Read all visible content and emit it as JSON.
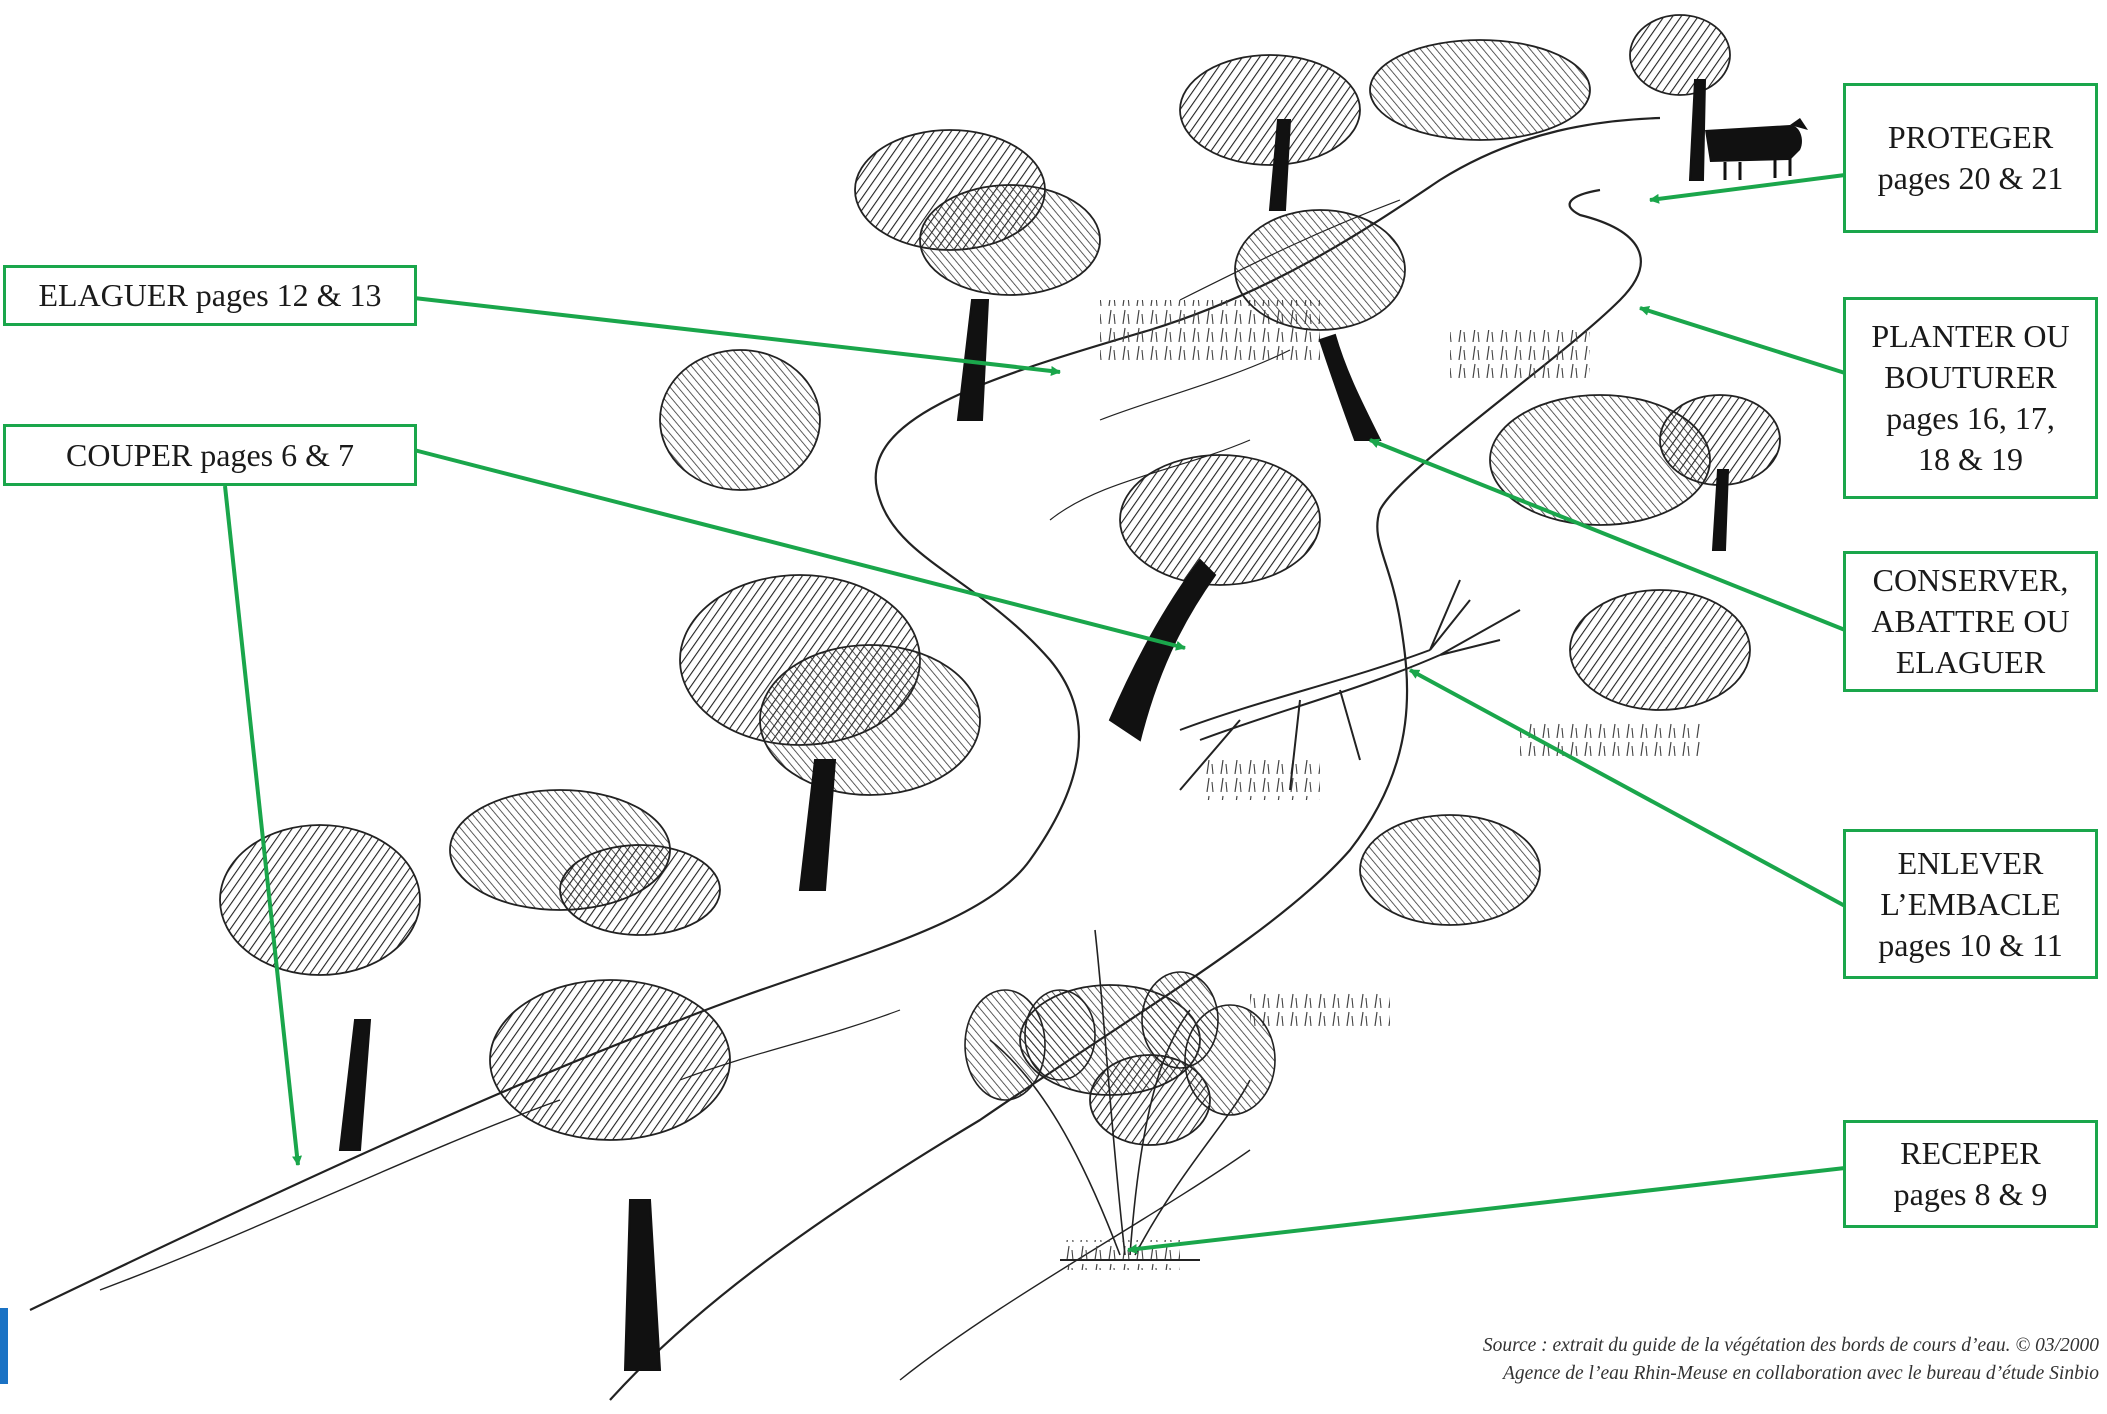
{
  "labels": {
    "elaguer": "ELAGUER pages 12 & 13",
    "couper": "COUPER pages 6 & 7",
    "proteger": "PROTEGER\npages 20 & 21",
    "planter": "PLANTER OU\nBOUTURER\npages 16, 17,\n18 & 19",
    "conserver": "CONSERVER,\nABATTRE OU\nELAGUER",
    "enlever": "ENLEVER\nL’EMBACLE\npages 10 & 11",
    "receper": "RECEPER\npages 8 & 9"
  },
  "source": {
    "line1": "Source : extrait du guide de la végétation des bords de cours d’eau. © 03/2000",
    "line2": "Agence de l’eau Rhin-Meuse en collaboration avec le bureau d’étude Sinbio"
  },
  "colors": {
    "accent": "#1aa64b",
    "ink": "#1a1a1a",
    "edge_mark": "#1a72c4"
  }
}
